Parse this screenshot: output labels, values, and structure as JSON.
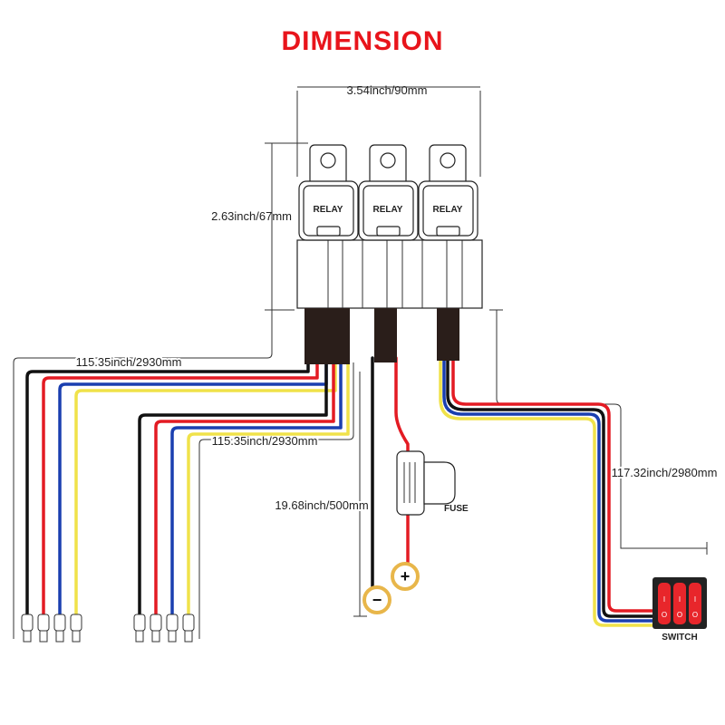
{
  "title": "DIMENSION",
  "colors": {
    "title": "#e8141b",
    "black_wire": "#111111",
    "red_wire": "#e31b23",
    "blue_wire": "#1a3fb0",
    "yellow_wire": "#f0e24a",
    "cable": "#2a1e1a",
    "switch_body": "#222222",
    "switch_rocker": "#e8262b",
    "terminal_ring": "#e8b64a"
  },
  "dimensions": {
    "relay_width": "3.54inch/90mm",
    "relay_height": "2.63inch/67mm",
    "harness_a": "115.35inch/2930mm",
    "harness_b": "115.35inch/2930mm",
    "battery_lead": "19.68inch/500mm",
    "switch_lead": "117.32inch/2980mm"
  },
  "relays": [
    {
      "label": "RELAY"
    },
    {
      "label": "RELAY"
    },
    {
      "label": "RELAY"
    }
  ],
  "fuse_label": "FUSE",
  "terminals": {
    "negative": "−",
    "positive": "+"
  },
  "switch": {
    "label": "SWITCH",
    "rockers": [
      {
        "on": "I",
        "off": "O"
      },
      {
        "on": "I",
        "off": "O"
      },
      {
        "on": "I",
        "off": "O"
      }
    ]
  }
}
